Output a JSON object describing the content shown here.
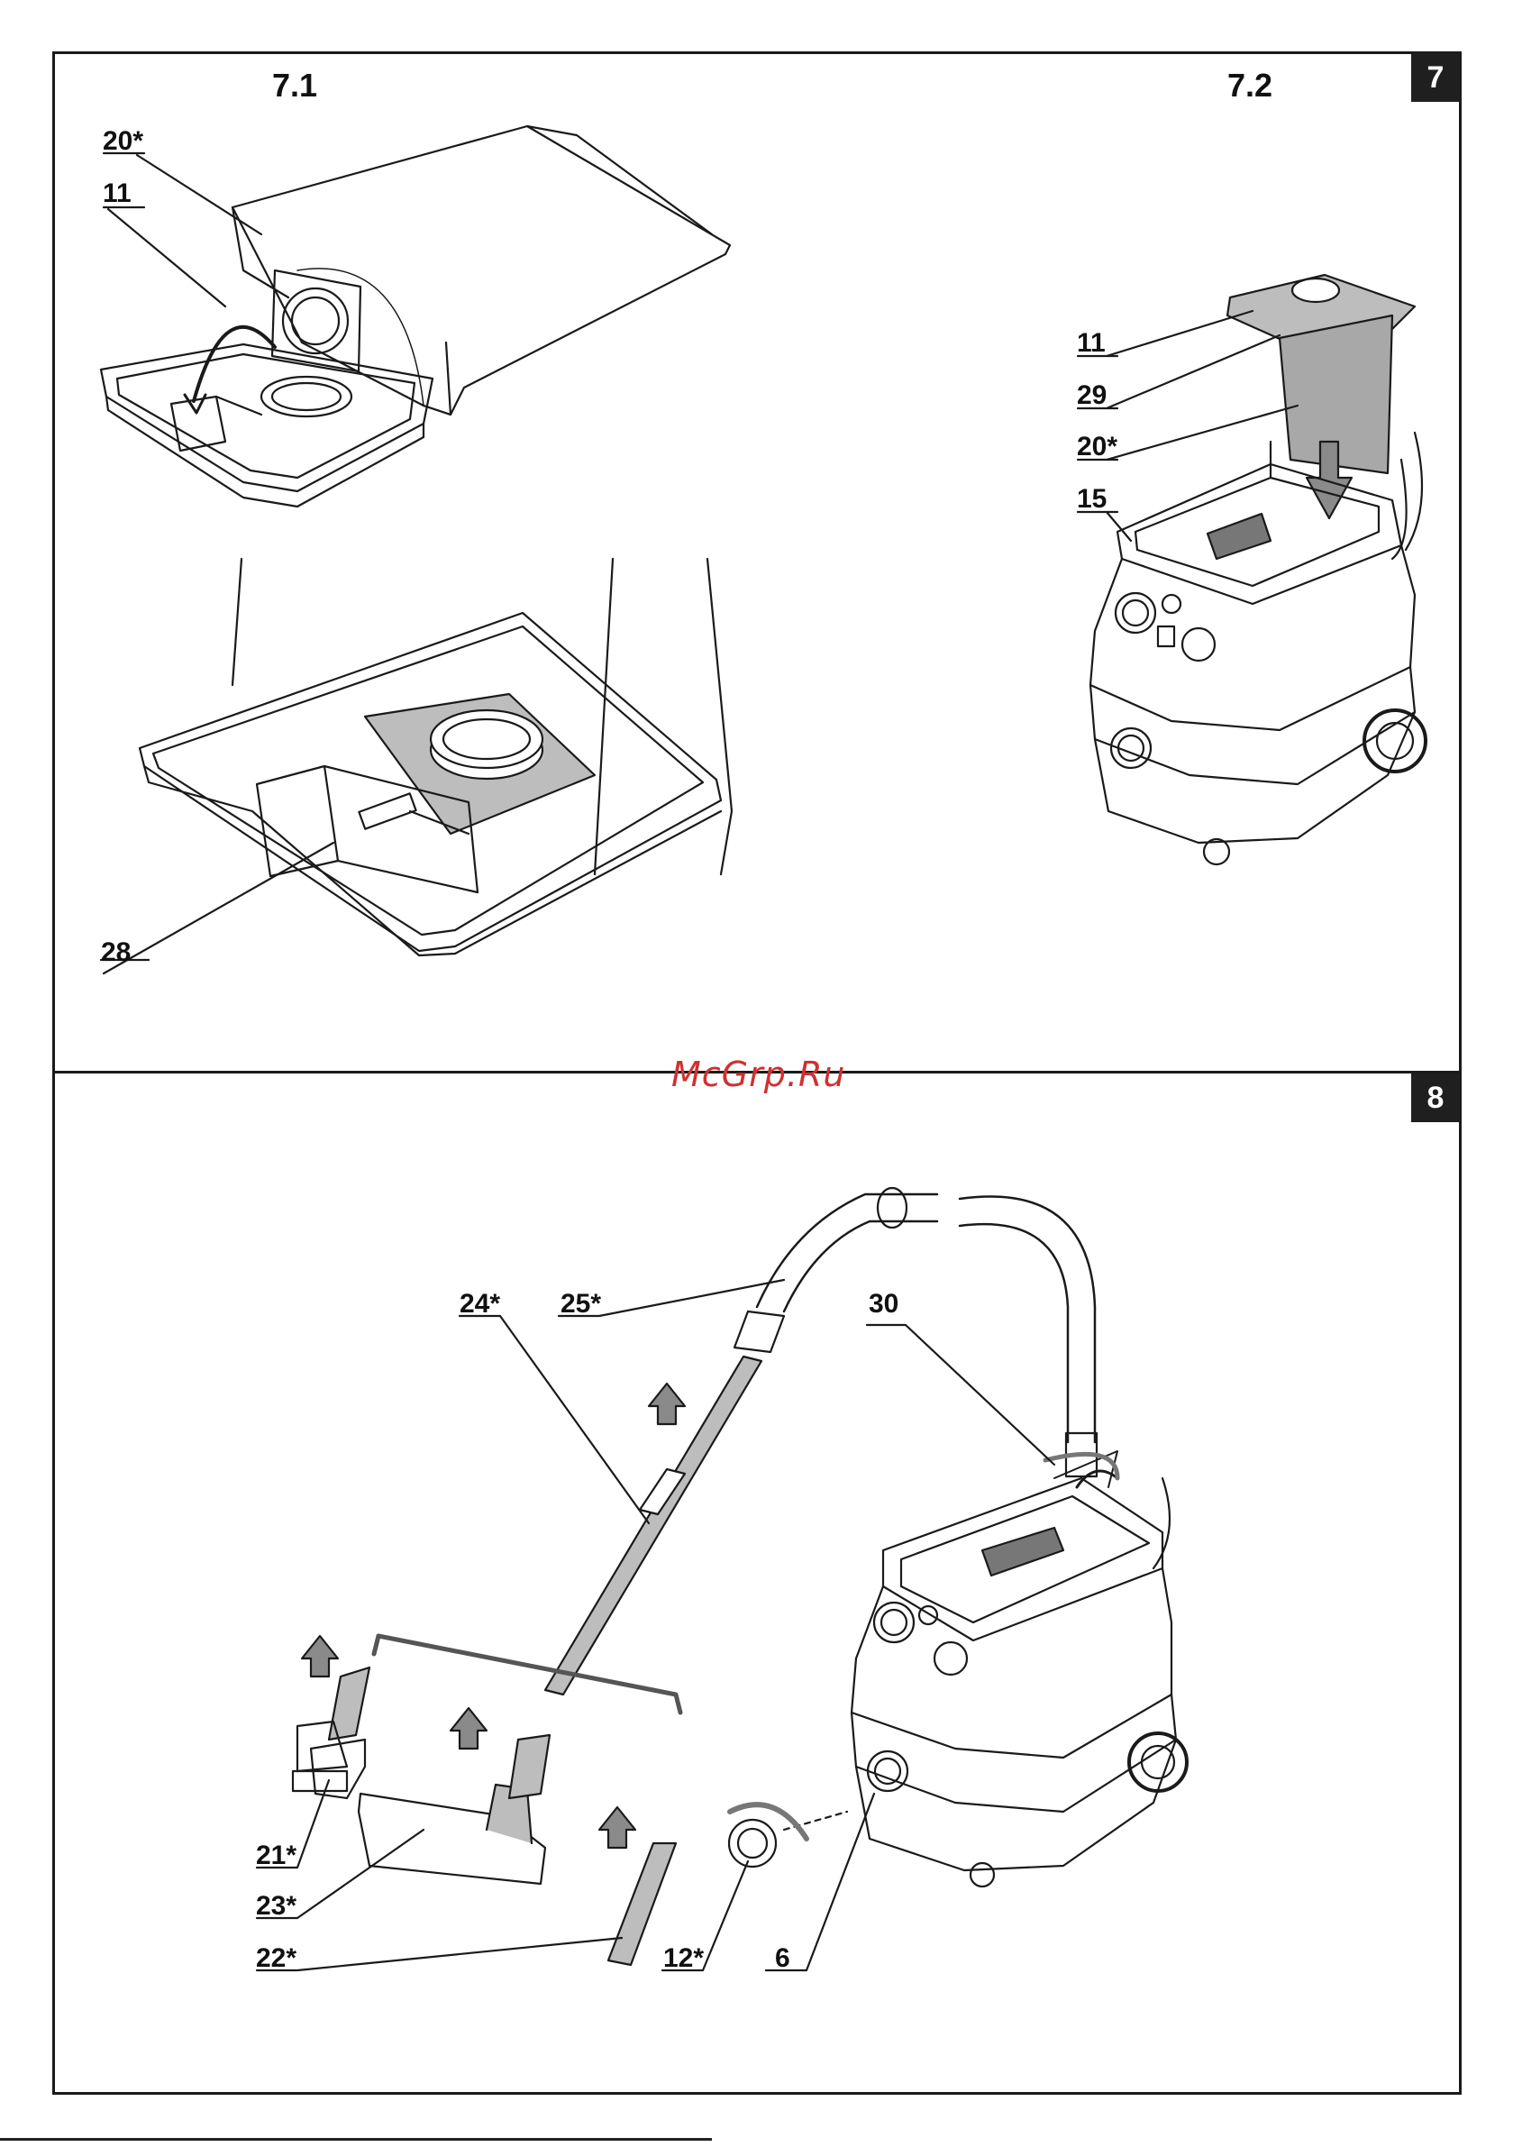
{
  "sections": [
    {
      "number": "7",
      "subfigures": [
        "7.1",
        "7.2"
      ]
    },
    {
      "number": "8"
    }
  ],
  "callouts_7_1": [
    "20*",
    "11",
    "28"
  ],
  "callouts_7_2": [
    "11",
    "29",
    "20*",
    "15"
  ],
  "callouts_8": [
    "24*",
    "25*",
    "30",
    "21*",
    "23*",
    "22*",
    "12*",
    "6"
  ],
  "watermark": "McGrp.Ru"
}
